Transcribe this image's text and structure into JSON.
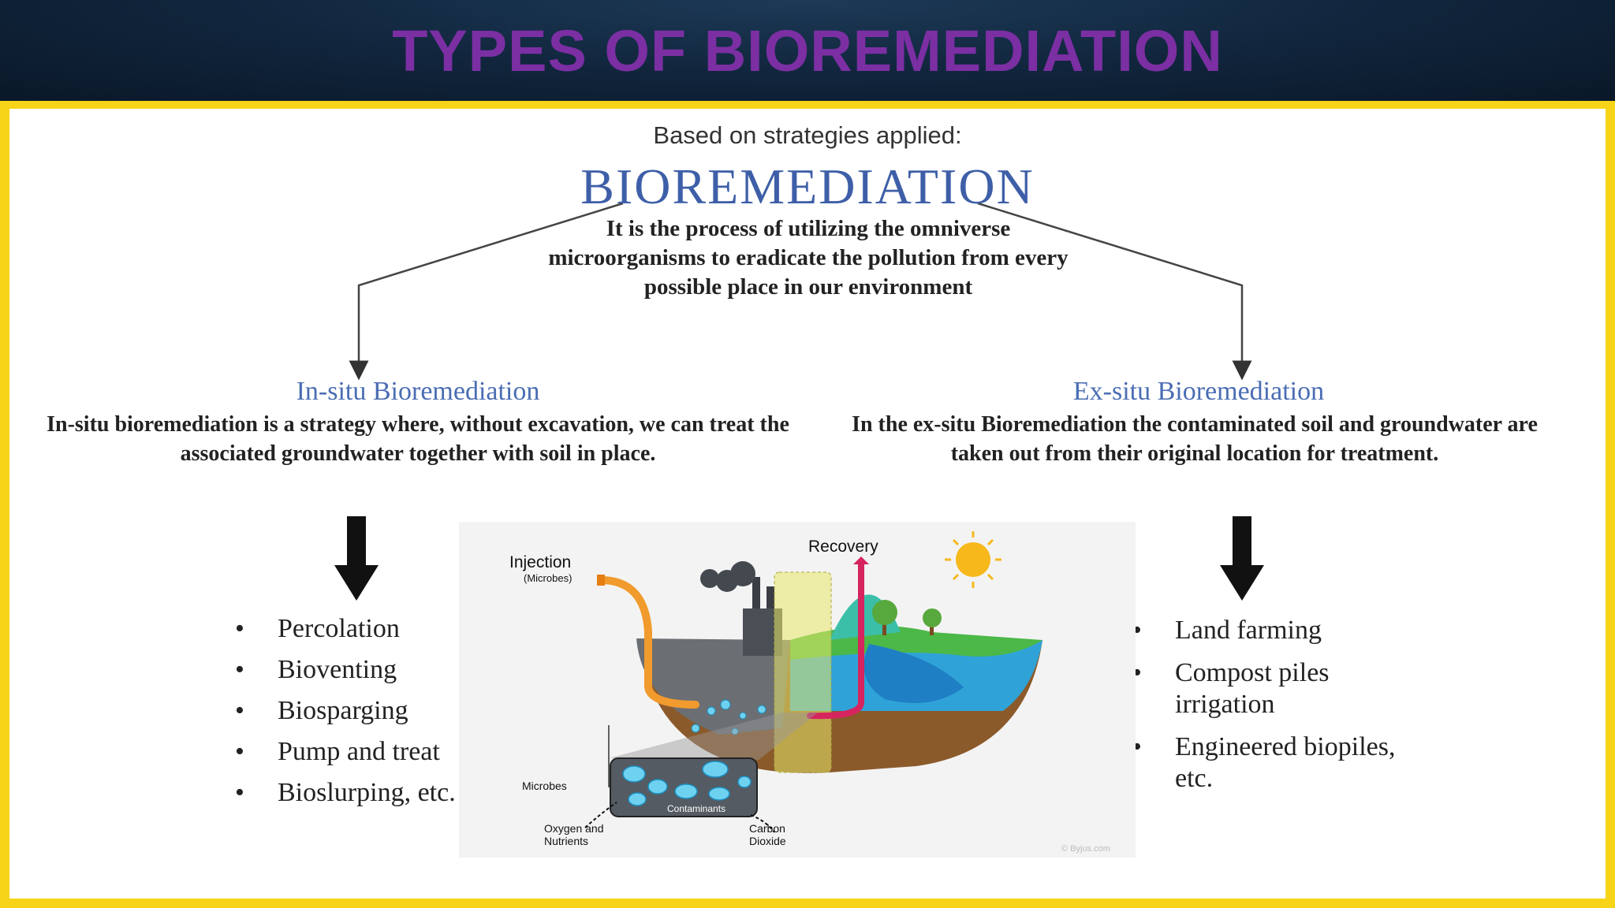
{
  "slide_title": "TYPES OF BIOREMEDIATION",
  "subtitle": "Based on strategies applied:",
  "main_term": "BIOREMEDIATION",
  "main_description": "It is the process of utilizing the omniverse microorganisms to eradicate the pollution from every possible place in our environment",
  "in_situ": {
    "heading": "In-situ Bioremediation",
    "description": "In-situ bioremediation is a strategy where, without excavation, we can treat the associated groundwater together with soil in place.",
    "items": [
      "Percolation",
      "Bioventing",
      "Biosparging",
      "Pump and treat",
      "Bioslurping, etc."
    ]
  },
  "ex_situ": {
    "heading": "Ex-situ Bioremediation",
    "description": "In the ex-situ Bioremediation the contaminated soil and groundwater are taken out from their original location for treatment.",
    "items": [
      "Land farming",
      "Compost piles irrigation",
      "Engineered biopiles, etc."
    ]
  },
  "bullet_symbol": "•",
  "diagram": {
    "injection": "Injection",
    "injection_sub": "(Microbes)",
    "recovery": "Recovery",
    "microbes": "Microbes",
    "contaminants": "Contaminants",
    "oxygen_line1": "Oxygen and",
    "oxygen_line2": "Nutrients",
    "carbon_line1": "Carbon",
    "carbon_line2": "Dioxide",
    "credit": "© Byjus.com"
  },
  "colors": {
    "title": "#7b2fa3",
    "frame": "#f7d417",
    "heading_blue": "#4a6db3"
  }
}
